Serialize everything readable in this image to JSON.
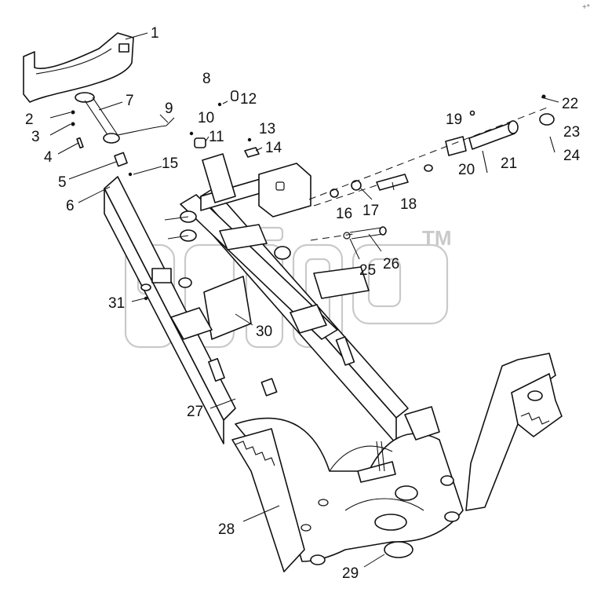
{
  "watermark": {
    "trademark": "TM"
  },
  "corner_mark": "+*",
  "callouts": [
    {
      "id": "c1",
      "label": "1"
    },
    {
      "id": "c2",
      "label": "2"
    },
    {
      "id": "c3",
      "label": "3"
    },
    {
      "id": "c4",
      "label": "4"
    },
    {
      "id": "c5",
      "label": "5"
    },
    {
      "id": "c6",
      "label": "6"
    },
    {
      "id": "c7",
      "label": "7"
    },
    {
      "id": "c8",
      "label": "8"
    },
    {
      "id": "c9",
      "label": "9"
    },
    {
      "id": "c10",
      "label": "10"
    },
    {
      "id": "c11",
      "label": "11"
    },
    {
      "id": "c12",
      "label": "12"
    },
    {
      "id": "c13",
      "label": "13"
    },
    {
      "id": "c14",
      "label": "14"
    },
    {
      "id": "c15",
      "label": "15"
    },
    {
      "id": "c16",
      "label": "16"
    },
    {
      "id": "c17",
      "label": "17"
    },
    {
      "id": "c18",
      "label": "18"
    },
    {
      "id": "c19",
      "label": "19"
    },
    {
      "id": "c20",
      "label": "20"
    },
    {
      "id": "c21",
      "label": "21"
    },
    {
      "id": "c22",
      "label": "22"
    },
    {
      "id": "c23",
      "label": "23"
    },
    {
      "id": "c24",
      "label": "24"
    },
    {
      "id": "c25",
      "label": "25"
    },
    {
      "id": "c26",
      "label": "26"
    },
    {
      "id": "c27",
      "label": "27"
    },
    {
      "id": "c28",
      "label": "28"
    },
    {
      "id": "c29",
      "label": "29"
    },
    {
      "id": "c30",
      "label": "30"
    },
    {
      "id": "c31",
      "label": "31"
    }
  ]
}
